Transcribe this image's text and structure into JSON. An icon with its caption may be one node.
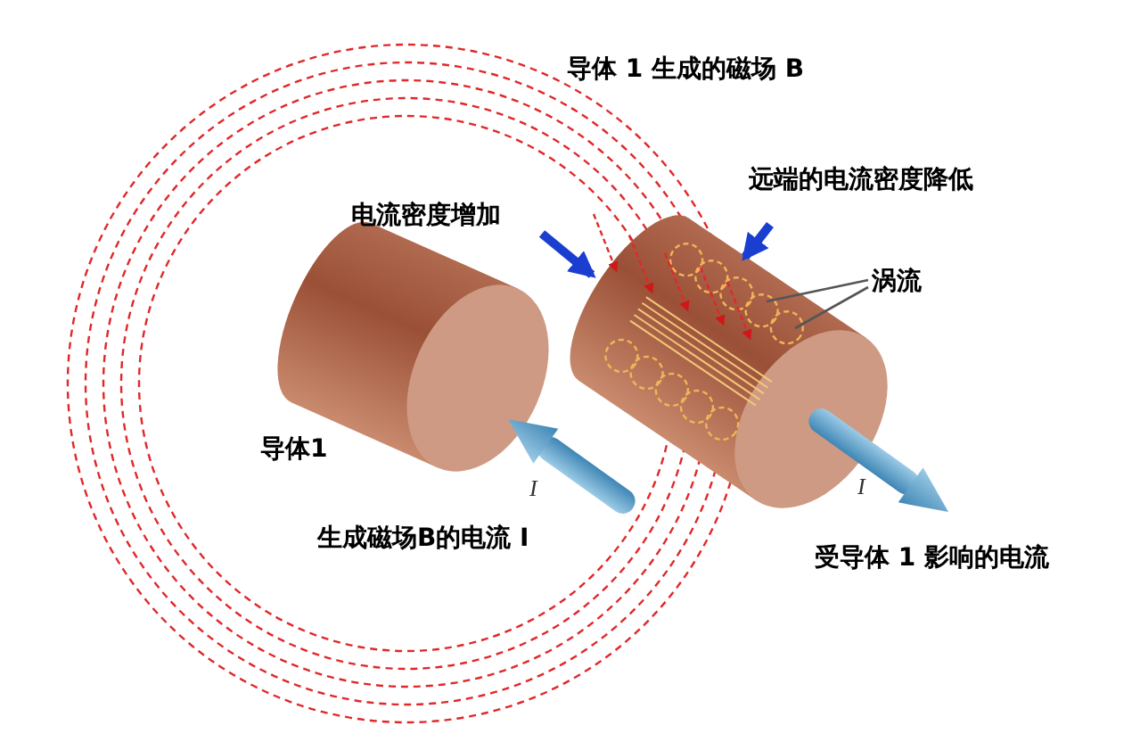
{
  "diagram": {
    "title": "导体 1 生成的磁场 B",
    "nodes": [
      {
        "text": [
          "涡流"
        ]
      },
      {
        "text": [],
        "shape": "picture"
      }
    ],
    "edges": [
      {
        "from": 0,
        "to": 1,
        "arrow": "none"
      },
      {
        "from": 0,
        "to": 1,
        "arrow": "none"
      }
    ],
    "labels": [
      "远端的电流密度降低",
      "电流密度增加",
      "导体1",
      "I",
      "I",
      "生成磁场B的电流 I",
      "受导体 1 影响的电流"
    ]
  }
}
